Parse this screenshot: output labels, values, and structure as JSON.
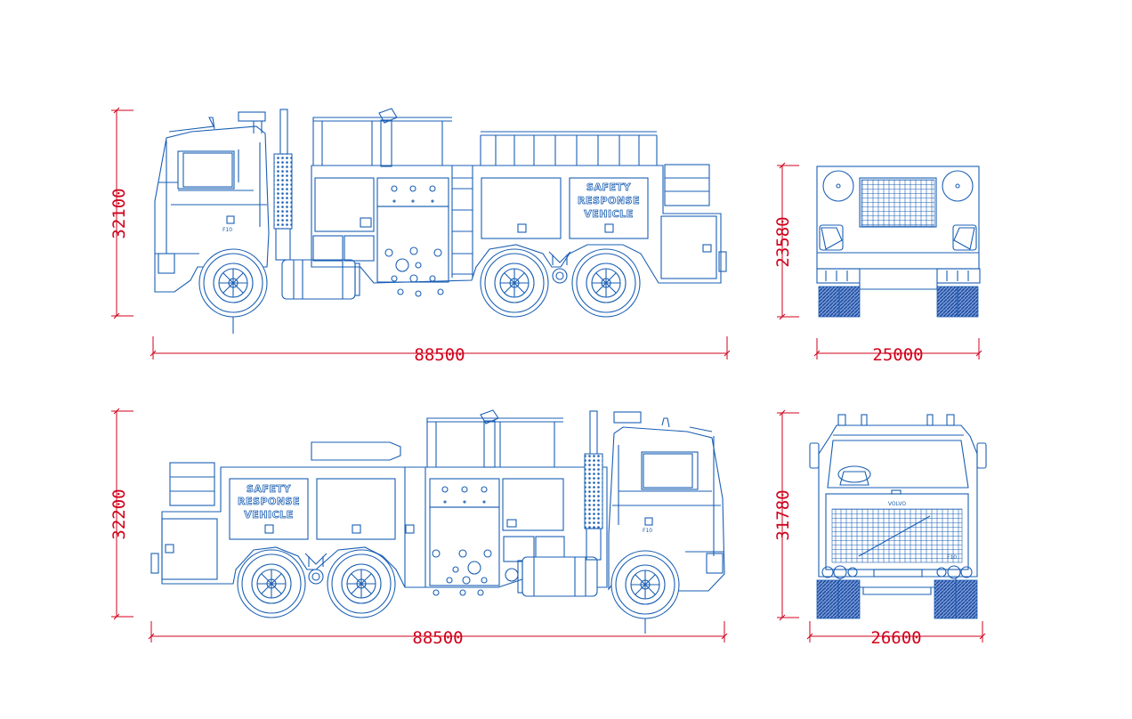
{
  "views": {
    "side_right": {
      "length": "88500",
      "height": "32100"
    },
    "rear": {
      "width": "25000",
      "height": "23580"
    },
    "side_left": {
      "length": "88500",
      "height": "32200"
    },
    "front": {
      "width": "26600",
      "height": "31780"
    }
  },
  "vehicle": {
    "panel_line1": "SAFETY",
    "panel_line2": "RESPONSE",
    "panel_line3": "VEHICLE",
    "model_badge": "F10",
    "brand_badge": "VOLVO"
  },
  "colors": {
    "line": "#1a5fb4",
    "dimension": "#d0021b",
    "background": "#ffffff"
  }
}
